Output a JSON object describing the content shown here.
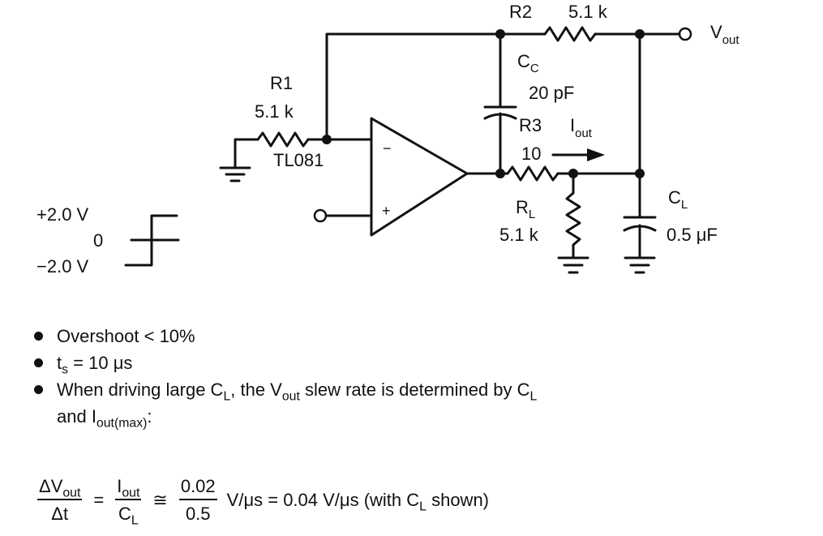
{
  "circuit": {
    "r1": {
      "name": "R1",
      "value": "5.1 k"
    },
    "r2": {
      "name": "R2",
      "value": "5.1 k"
    },
    "r3": {
      "name": "R3",
      "value": "10"
    },
    "rl": {
      "name": "R",
      "sub": "L",
      "value": "5.1 k"
    },
    "cc": {
      "name": "C",
      "sub": "C",
      "value": "20 pF"
    },
    "cl": {
      "name": "C",
      "sub": "L",
      "value": "0.5 μF"
    },
    "opamp": "TL081",
    "vout": {
      "main": "V",
      "sub": "out"
    },
    "iout": {
      "main": "I",
      "sub": "out"
    },
    "minus": "−",
    "plus": "+"
  },
  "input_step": {
    "high": "+2.0 V",
    "zero": "0",
    "low": "−2.0 V"
  },
  "notes": {
    "b1": "Overshoot < 10%",
    "b2_main": "t",
    "b2_sub": "s",
    "b2_rest": " = 10 μs",
    "b3_a": "When driving large C",
    "b3_a_sub": "L",
    "b3_b": ", the V",
    "b3_b_sub": "out",
    "b3_c": " slew rate is determined by C",
    "b3_c_sub": "L",
    "b3_line2_a": "and I",
    "b3_line2_sub": "out(max)",
    "b3_line2_b": ":"
  },
  "formula": {
    "f1_num_main": "ΔV",
    "f1_num_sub": "out",
    "f1_den": "Δt",
    "eq": "=",
    "f2_num_main": "I",
    "f2_num_sub": "out",
    "f2_den_main": "C",
    "f2_den_sub": "L",
    "approx": "≅",
    "f3_num": "0.02",
    "f3_den": "0.5",
    "tail_a": "V/μs = 0.04 V/μs (with C",
    "tail_sub": "L",
    "tail_b": " shown)"
  }
}
